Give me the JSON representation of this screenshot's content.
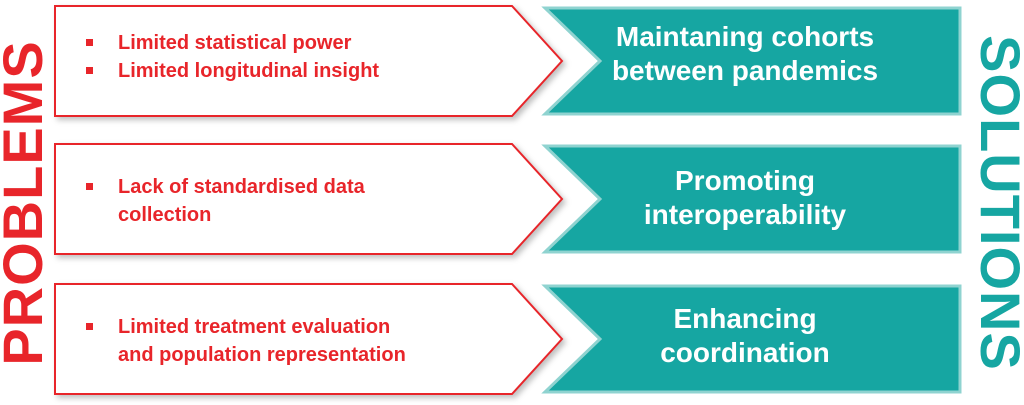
{
  "labels": {
    "problems": "PROBLEMS",
    "solutions": "SOLUTIONS"
  },
  "rows": [
    {
      "problems": [
        "Limited statistical power",
        "Limited longitudinal insight"
      ],
      "solution_lines": [
        "Maintaning cohorts",
        "between pandemics"
      ]
    },
    {
      "problems": [
        "Lack of standardised data",
        "collection"
      ],
      "solution_lines": [
        "Promoting",
        "interoperability"
      ]
    },
    {
      "problems": [
        "Limited treatment evaluation",
        "and population representation"
      ],
      "solution_lines": [
        "Enhancing",
        "coordination"
      ]
    }
  ],
  "colors": {
    "problem_red": "#e8252a",
    "solution_teal": "#16a6a2",
    "solution_teal_light": "#8fd3d0"
  }
}
